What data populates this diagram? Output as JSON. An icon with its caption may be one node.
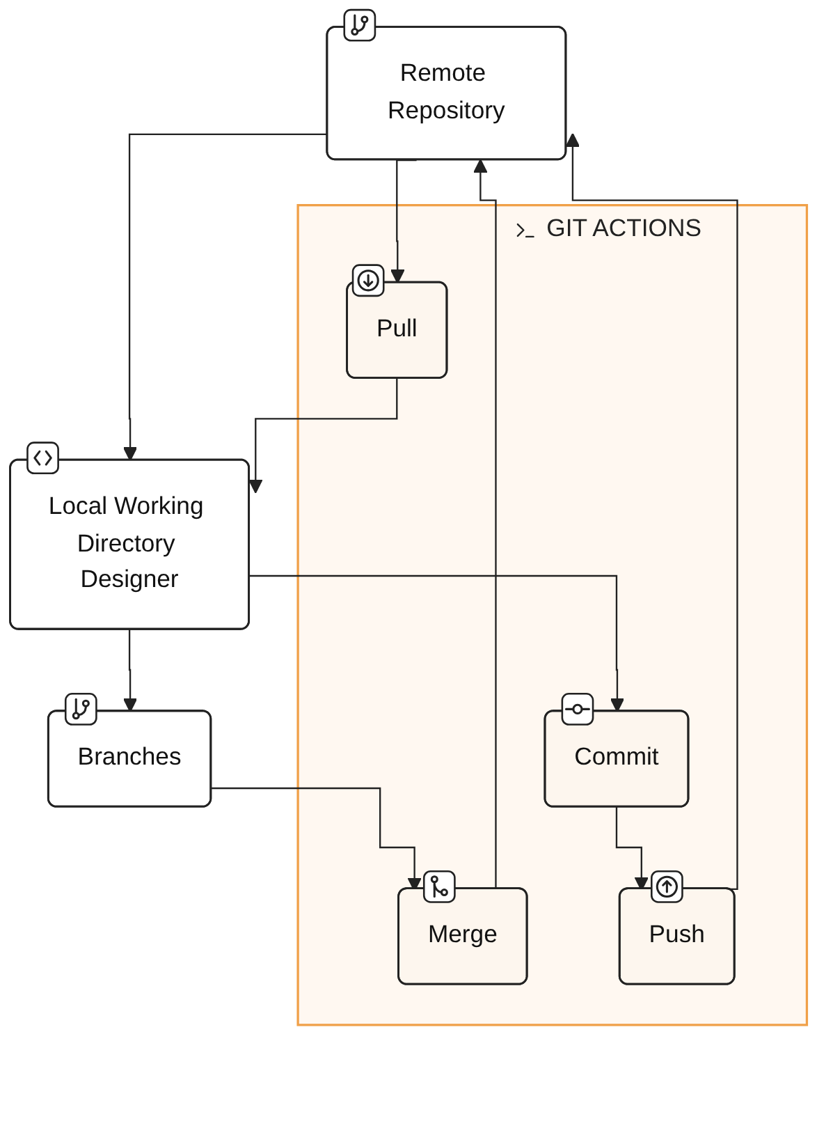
{
  "diagram": {
    "nodes": [
      {
        "text": [
          "Remote Repository"
        ]
      },
      {
        "text": [
          "Local Working Directory Designer"
        ]
      },
      {
        "text": [
          "Branches"
        ]
      },
      {
        "text": [
          "GIT ACTIONS"
        ]
      },
      {
        "text": [
          "Merge"
        ],
        "in": 3
      },
      {
        "text": [
          "Commit"
        ],
        "in": 3
      },
      {
        "text": [
          "Pull"
        ],
        "in": 3
      },
      {
        "text": [
          "Push"
        ],
        "in": 3
      }
    ],
    "edges": [
      {
        "from": 0,
        "to": 1,
        "arrow": "to"
      },
      {
        "from": 0,
        "to": 6,
        "arrow": "to"
      },
      {
        "from": 1,
        "to": 2,
        "arrow": "to"
      },
      {
        "from": 1,
        "to": 5,
        "arrow": "to"
      },
      {
        "from": 2,
        "to": 4,
        "arrow": "to"
      },
      {
        "from": 5,
        "to": 7,
        "arrow": "to"
      },
      {
        "from": 4,
        "to": 0,
        "arrow": "to"
      },
      {
        "from": 7,
        "to": 0,
        "arrow": "to"
      },
      {
        "from": 6,
        "to": 1,
        "arrow": "to"
      }
    ]
  }
}
